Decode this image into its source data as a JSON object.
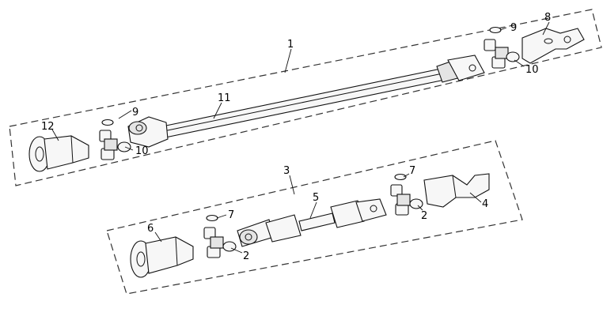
{
  "callouts": {
    "c1": "1",
    "c2a": "2",
    "c2b": "2",
    "c3": "3",
    "c4": "4",
    "c5": "5",
    "c6": "6",
    "c7a": "7",
    "c7b": "7",
    "c8": "8",
    "c9a": "9",
    "c9b": "9",
    "c10a": "10",
    "c10b": "10",
    "c11": "11",
    "c12": "12"
  }
}
